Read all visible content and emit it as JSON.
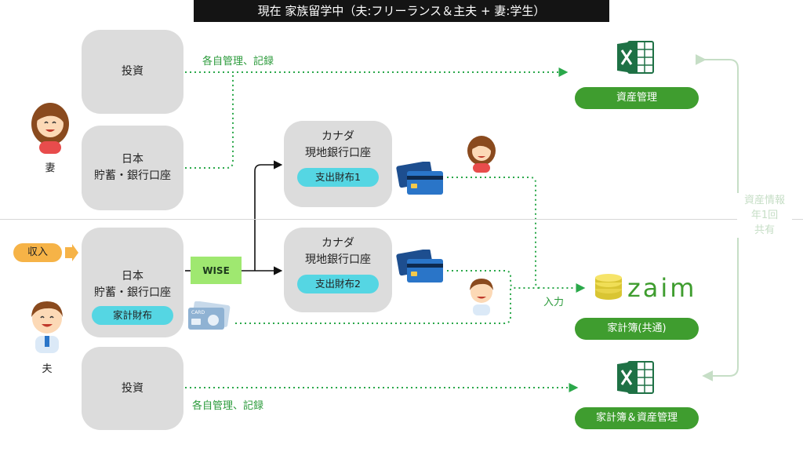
{
  "title": "現在 家族留学中（夫:フリーランス＆主夫 + 妻:学生）",
  "wife": {
    "label": "妻",
    "investment": "投資",
    "savings_line1": "日本",
    "savings_line2": "貯蓄・銀行口座",
    "flow_label": "各自管理、記録"
  },
  "husband": {
    "label": "夫",
    "income": "収入",
    "savings_line1": "日本",
    "savings_line2": "貯蓄・銀行口座",
    "savings_tag": "家計財布",
    "investment": "投資",
    "flow_label": "各自管理、記録"
  },
  "canada1": {
    "line1": "カナダ",
    "line2": "現地銀行口座",
    "tag": "支出財布1"
  },
  "canada2": {
    "line1": "カナダ",
    "line2": "現地銀行口座",
    "tag": "支出財布2"
  },
  "wise_label": "WISE",
  "input_label": "入力",
  "right_note": {
    "line1": "資産情報",
    "line2": "年1回",
    "line3": "共有"
  },
  "outputs": {
    "asset_mgmt": "資産管理",
    "zaim_logo": "zaim",
    "household_shared": "家計簿(共通)",
    "household_asset": "家計簿＆資産管理"
  },
  "colors": {
    "green": "#3f9d2f",
    "cyan": "#55d6e3",
    "gray_box": "#dcdcdc",
    "income": "#f6b347",
    "wise": "#9fe870"
  }
}
